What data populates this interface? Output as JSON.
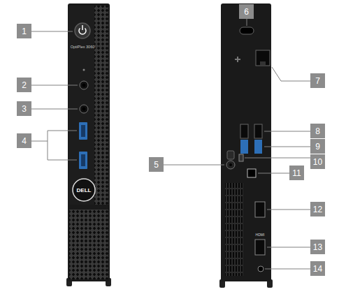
{
  "diagram": {
    "labels": [
      "1",
      "2",
      "3",
      "4",
      "5",
      "6",
      "7",
      "8",
      "9",
      "10",
      "11",
      "12",
      "13",
      "14",
      "OptiPlex 3060",
      "DELL",
      "HDMI"
    ]
  }
}
